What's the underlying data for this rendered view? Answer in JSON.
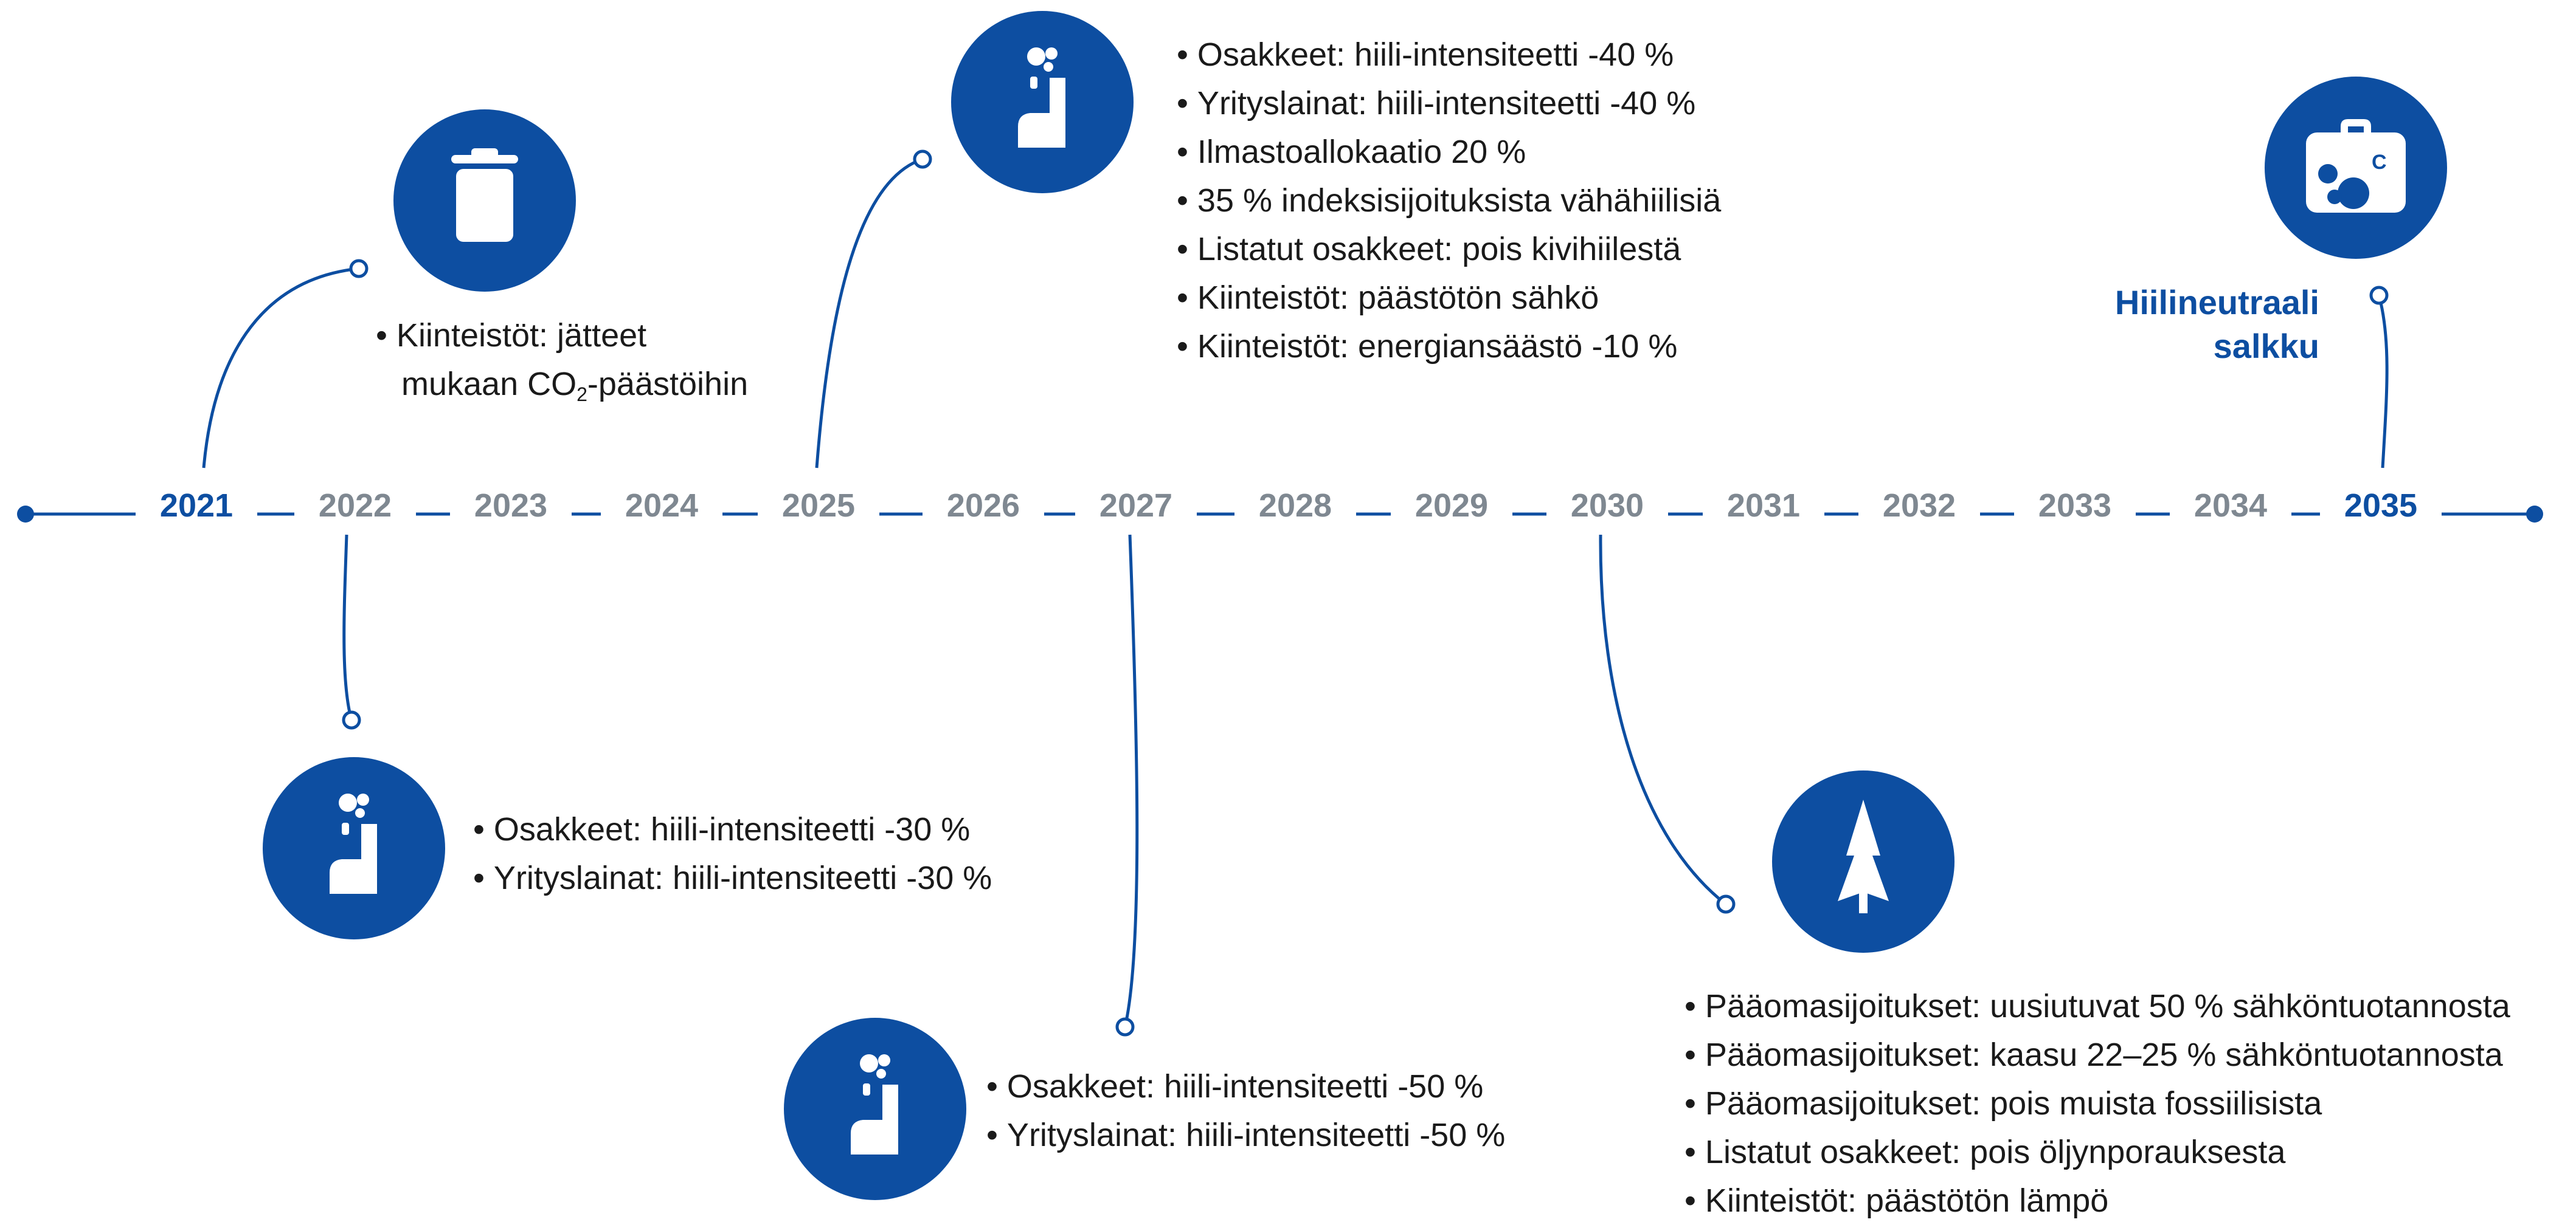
{
  "timeline": {
    "years": [
      "2021",
      "2022",
      "2023",
      "2024",
      "2025",
      "2026",
      "2027",
      "2028",
      "2029",
      "2030",
      "2031",
      "2032",
      "2033",
      "2034",
      "2035"
    ],
    "highlighted_years": [
      "2021",
      "2035"
    ]
  },
  "milestones": {
    "m2021": {
      "year": "2021",
      "icon": "trash-bin-icon",
      "text_line1": "Kiinteistöt: jätteet",
      "text_line2_pre": "mukaan CO",
      "text_line2_sub": "2",
      "text_line2_post": "-päästöihin"
    },
    "m2022": {
      "year": "2022",
      "icon": "factory-chimney-icon",
      "items": [
        "Osakkeet: hiili-intensiteetti -30 %",
        "Yrityslainat: hiili-intensiteetti -30 %"
      ]
    },
    "m2025": {
      "year": "2025",
      "icon": "factory-chimney-icon",
      "items": [
        "Osakkeet: hiili-intensiteetti -40 %",
        "Yrityslainat: hiili-intensiteetti -40 %",
        "Ilmastoallokaatio 20 %",
        "35 % indeksisijoituksista vähähiilisiä",
        "Listatut osakkeet: pois kivihiilestä",
        "Kiinteistöt: päästötön sähkö",
        "Kiinteistöt: energiansäästö -10 %"
      ]
    },
    "m2027": {
      "year": "2027",
      "icon": "factory-chimney-icon",
      "items": [
        "Osakkeet: hiili-intensiteetti -50 %",
        "Yrityslainat: hiili-intensiteetti -50 %"
      ]
    },
    "m2030": {
      "year": "2030",
      "icon": "tree-icon",
      "items": [
        "Pääomasijoitukset: uusiutuvat 50 % sähköntuotannosta",
        "Pääomasijoitukset: kaasu 22–25 % sähköntuotannosta",
        "Pääomasijoitukset: pois muista fossiilisista",
        "Listatut osakkeet: pois öljynporauksesta",
        "Kiinteistöt: päästötön lämpö"
      ]
    },
    "m2035": {
      "year": "2035",
      "icon": "briefcase-carbon-icon",
      "goal_line1": "Hiilineutraali",
      "goal_line2": "salkku"
    }
  },
  "colors": {
    "primary": "#0d4ea1",
    "year_grey": "#7f8891",
    "text": "#1a1a1a"
  }
}
